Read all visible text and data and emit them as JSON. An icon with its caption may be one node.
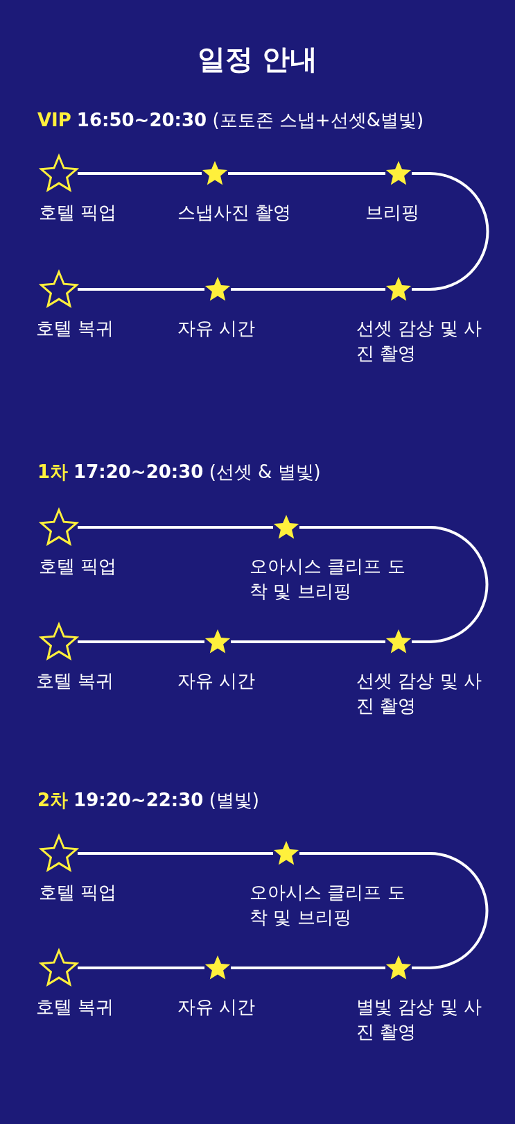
{
  "diagram": {
    "title": "일정 안내",
    "nodes": [
      {
        "text": [
          "호텔 픽업"
        ]
      },
      {
        "text": [
          "스냅사진 촬영"
        ]
      },
      {
        "text": [
          "브리핑"
        ]
      },
      {
        "text": [
          "호텔 복귀"
        ]
      },
      {
        "text": [
          "자유 시간"
        ]
      },
      {
        "text": [
          "선셋 감상 및 사진 촬영"
        ]
      },
      {
        "text": [
          "호텔 픽업"
        ]
      },
      {
        "text": [
          "오아시스 클리프 도착 및 브리핑"
        ]
      },
      {
        "text": [
          "호텔 복귀"
        ]
      },
      {
        "text": [
          "자유 시간"
        ]
      },
      {
        "text": [
          "선셋 감상 및 사진 촬영"
        ]
      },
      {
        "text": [
          "호텔 픽업"
        ]
      },
      {
        "text": [
          "오아시스 클리프 도착 및 브리핑"
        ]
      },
      {
        "text": [
          "호텔 복귀"
        ]
      },
      {
        "text": [
          "자유 시간"
        ]
      },
      {
        "text": [
          "별빛 감상 및 사진 촬영"
        ]
      }
    ],
    "edges": [
      {
        "from": 0,
        "to": 1,
        "arrow": "none"
      },
      {
        "from": 1,
        "to": 2,
        "arrow": "none"
      },
      {
        "from": 2,
        "to": 5,
        "arrow": "none"
      },
      {
        "from": 5,
        "to": 4,
        "arrow": "none"
      },
      {
        "from": 4,
        "to": 3,
        "arrow": "none"
      },
      {
        "from": 6,
        "to": 7,
        "arrow": "none"
      },
      {
        "from": 7,
        "to": 10,
        "arrow": "none"
      },
      {
        "from": 10,
        "to": 9,
        "arrow": "none"
      },
      {
        "from": 9,
        "to": 8,
        "arrow": "none"
      },
      {
        "from": 11,
        "to": 12,
        "arrow": "none"
      },
      {
        "from": 12,
        "to": 15,
        "arrow": "none"
      },
      {
        "from": 15,
        "to": 14,
        "arrow": "none"
      },
      {
        "from": 14,
        "to": 13,
        "arrow": "none"
      }
    ],
    "labels": [
      "VIP",
      "**16:50~20:30** (포토존 스냅+선셋&별빛)",
      "1차",
      "**17:20~20:30** (선셋 & 별빛)",
      "2차",
      "**19:20~22:30** (별빛)"
    ]
  }
}
